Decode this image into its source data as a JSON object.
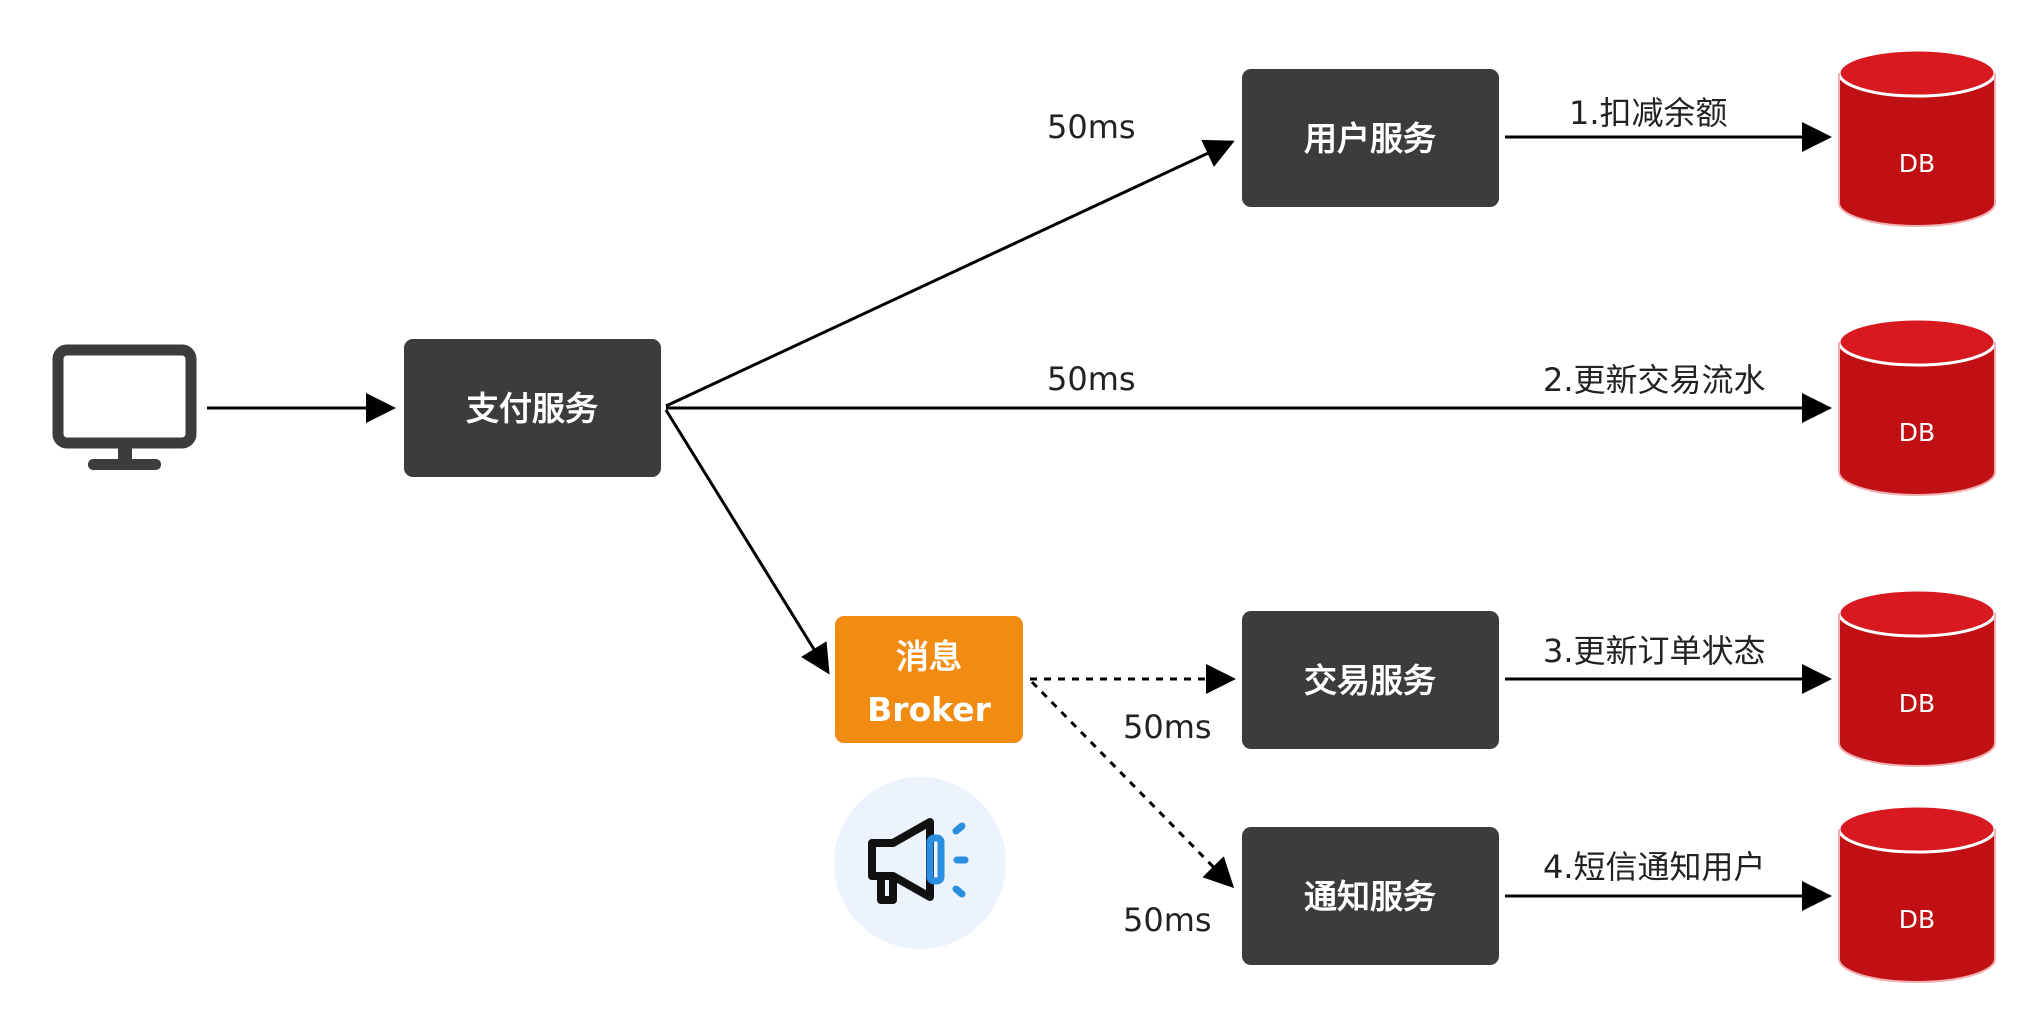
{
  "nodes": {
    "client": {
      "icon": "monitor-icon"
    },
    "payment": {
      "label": "支付服务"
    },
    "user": {
      "label": "用户服务"
    },
    "trade": {
      "label": "交易服务"
    },
    "notify": {
      "label": "通知服务"
    },
    "broker": {
      "label_line1": "消息",
      "label_line2": "Broker"
    },
    "announce": {
      "icon": "megaphone-icon"
    }
  },
  "edges": {
    "payment_user_latency": "50ms",
    "payment_db2_latency": "50ms",
    "broker_trade_latency": "50ms",
    "broker_notify_latency": "50ms",
    "user_db1": "1.扣减余额",
    "payment_db2": "2.更新交易流水",
    "trade_db3": "3.更新订单状态",
    "notify_db4": "4.短信通知用户"
  },
  "databases": [
    {
      "label": "DB"
    },
    {
      "label": "DB"
    },
    {
      "label": "DB"
    },
    {
      "label": "DB"
    }
  ],
  "colors": {
    "service_box": "#3c3c3e",
    "broker_box": "#f28b12",
    "db_fill": "#c01014",
    "db_top": "#d81a20",
    "arrow": "#000000",
    "announce_circle": "#edf3fc",
    "announce_accent": "#2a8fe0",
    "monitor": "#3c3c3e"
  }
}
